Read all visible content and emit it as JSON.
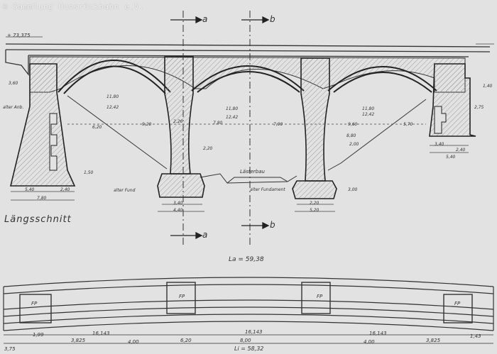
{
  "copyright": "© Sammlung Hunsrückbahn e.V.",
  "title": "Längsschnitt",
  "section_markers": {
    "a": "a",
    "b": "b"
  },
  "labels": {
    "la": "La = 59,38",
    "li": "Li = 58,32",
    "level": "+ 73,375",
    "laster_bau": "Lästerbau",
    "alter_fund_1": "alter Fund",
    "alter_fund_2": "alter Fundament",
    "alter_anb": "alter Anb.",
    "fp1": "FP",
    "fp2": "FP",
    "fp3": "FP",
    "fp4": "FP",
    "dims_span": [
      "11,80",
      "12,42",
      "11,80",
      "12,42",
      "11,80",
      "12,42"
    ],
    "dims_bottom": [
      "5,40",
      "2,40",
      "7,80",
      "3,40",
      "4,40",
      "2,20",
      "5,20",
      "5,40",
      "3,40",
      "2,40"
    ],
    "dims_plan": [
      "3,825",
      "16,143",
      "4,00",
      "6,20",
      "16,143",
      "8,00",
      "16,143",
      "4,00",
      "3,825",
      "1,43",
      "3,75",
      "1,99"
    ],
    "dims_misc": [
      "3,60",
      "3,00",
      "1,50",
      "9,20",
      "9,60",
      "7,90",
      "2,75",
      "1,40",
      "2,00",
      "2,26",
      "2,20",
      "8,80",
      "5,70",
      "6,20",
      "7,80"
    ]
  }
}
